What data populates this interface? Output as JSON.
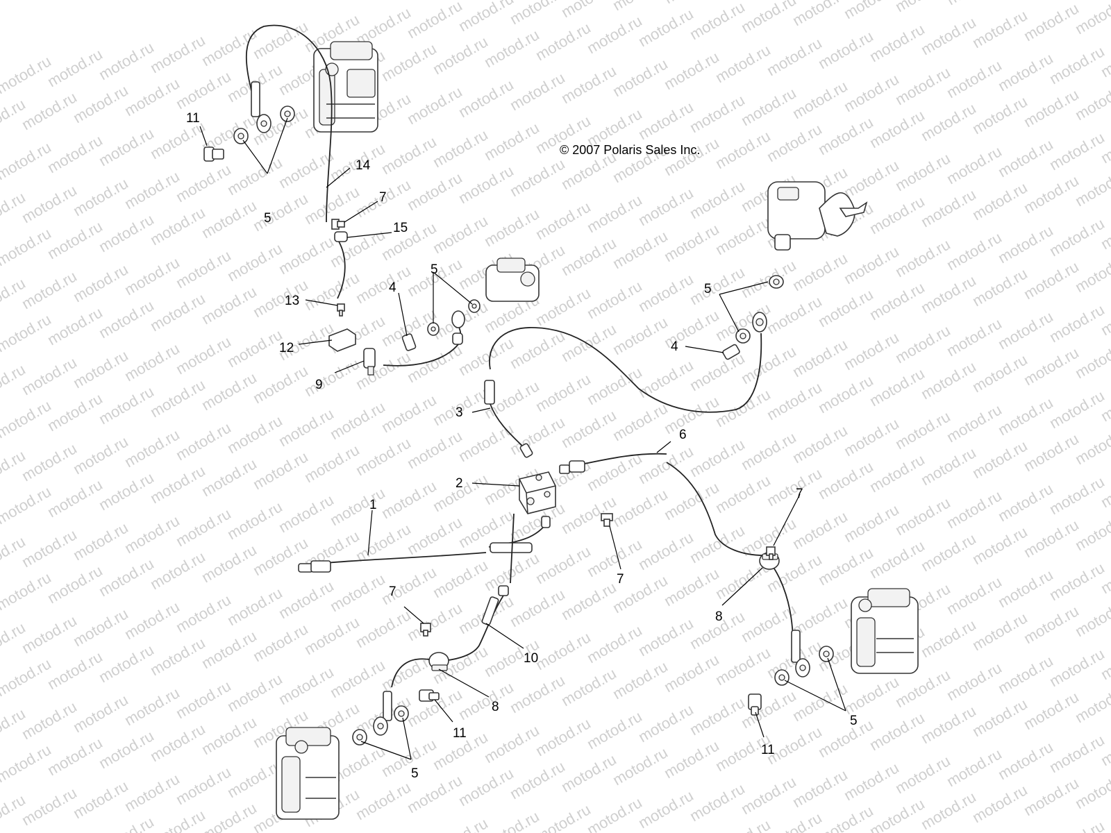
{
  "watermark_text": "motod.ru",
  "copyright": "© 2007 Polaris Sales Inc.",
  "callouts": {
    "c1": "1",
    "c2": "2",
    "c3": "3",
    "c4a": "4",
    "c4b": "4",
    "c5a": "5",
    "c5b": "5",
    "c5c": "5",
    "c5d": "5",
    "c5e": "5",
    "c6": "6",
    "c7a": "7",
    "c7b": "7",
    "c7c": "7",
    "c7d": "7",
    "c8a": "8",
    "c8b": "8",
    "c9": "9",
    "c10": "10",
    "c11a": "11",
    "c11b": "11",
    "c11c": "11",
    "c12": "12",
    "c13": "13",
    "c14": "14",
    "c15": "15"
  }
}
